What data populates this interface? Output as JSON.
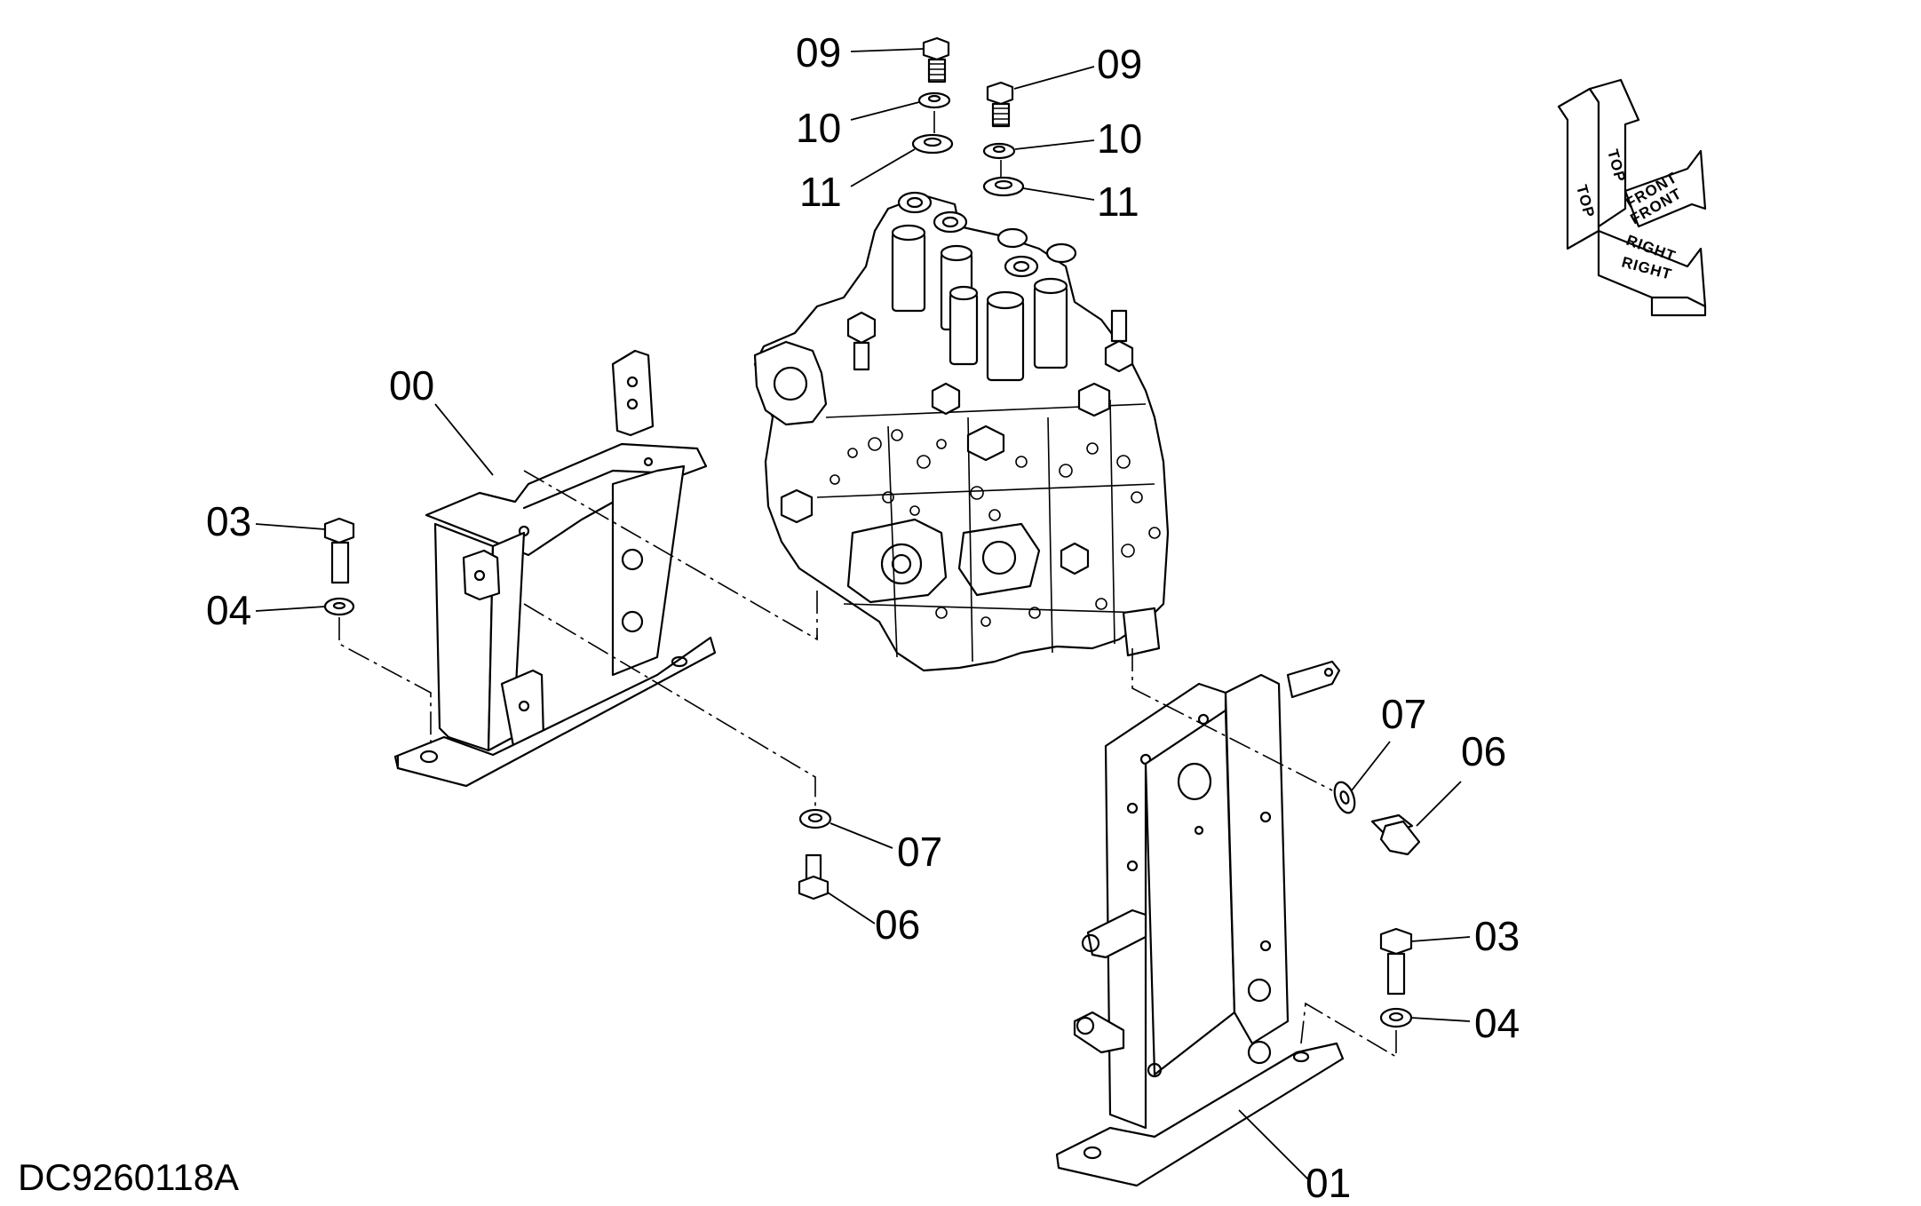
{
  "drawing_code": "DC9260118A",
  "callouts": [
    {
      "id": "c-09-a",
      "label": "09"
    },
    {
      "id": "c-09-b",
      "label": "09"
    },
    {
      "id": "c-10-a",
      "label": "10"
    },
    {
      "id": "c-10-b",
      "label": "10"
    },
    {
      "id": "c-11-a",
      "label": "11"
    },
    {
      "id": "c-11-b",
      "label": "11"
    },
    {
      "id": "c-00",
      "label": "00"
    },
    {
      "id": "c-03-a",
      "label": "03"
    },
    {
      "id": "c-04-a",
      "label": "04"
    },
    {
      "id": "c-07-a",
      "label": "07"
    },
    {
      "id": "c-06-a",
      "label": "06"
    },
    {
      "id": "c-07-b",
      "label": "07"
    },
    {
      "id": "c-06-b",
      "label": "06"
    },
    {
      "id": "c-03-b",
      "label": "03"
    },
    {
      "id": "c-04-b",
      "label": "04"
    },
    {
      "id": "c-01",
      "label": "01"
    }
  ],
  "orientation": {
    "top": "TOP",
    "front": "FRONT",
    "right": "RIGHT"
  }
}
